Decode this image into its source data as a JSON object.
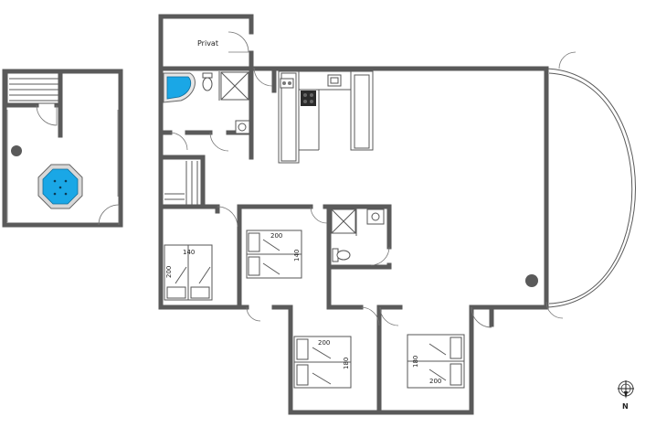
{
  "room_label": "Privat",
  "beds": {
    "bed1_width": "140",
    "bed1_length": "200",
    "bed2_length": "200",
    "bed2_width": "140",
    "bed3_length": "200",
    "bed3_width": "180",
    "bed4_width": "180",
    "bed4_length": "200"
  },
  "compass": "N",
  "colors": {
    "wall": "#5a5a5a",
    "water": "#1aa7e6",
    "floor": "#ffffff"
  }
}
